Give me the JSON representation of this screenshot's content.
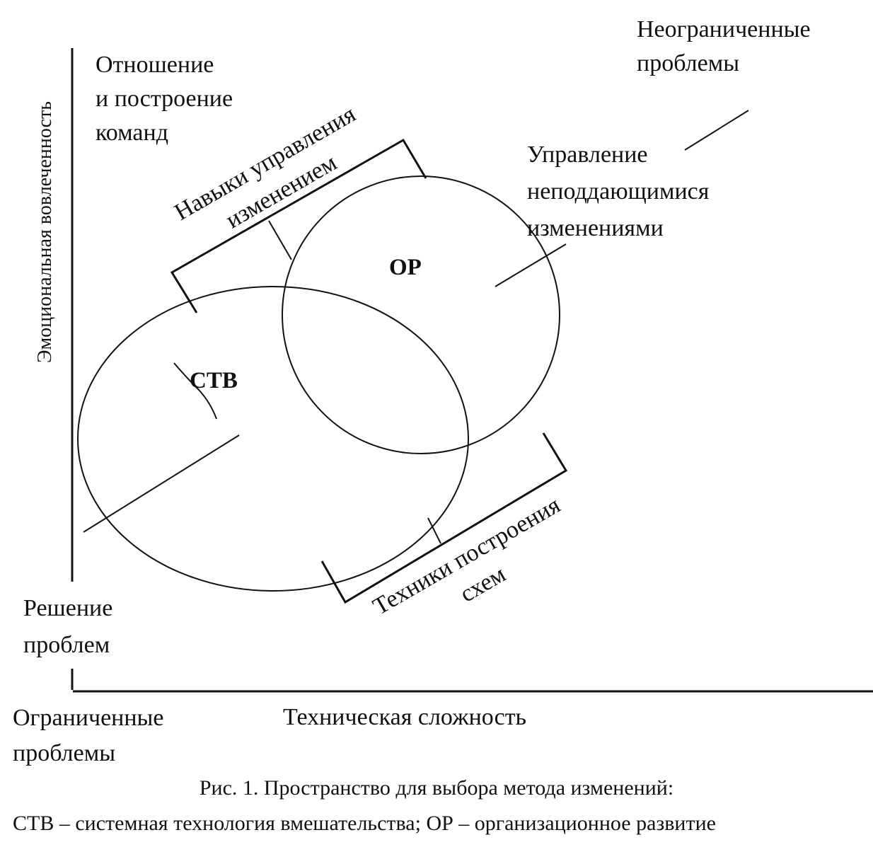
{
  "diagram": {
    "y_axis_label": "Эмоциональная вовлеченность",
    "x_axis_label": "Техническая сложность",
    "corner_top_left": [
      "Отношение",
      "и построение",
      "команд"
    ],
    "corner_top_right": [
      "Неограниченные",
      "проблемы"
    ],
    "corner_bottom_left_y": [
      "Решение",
      "проблем"
    ],
    "corner_bottom_left_x": [
      "Ограниченные",
      "проблемы"
    ],
    "bracket_top_label": [
      "Навыки управления",
      "изменением"
    ],
    "bracket_bottom_label": [
      "Техники построения",
      "схем"
    ],
    "right_label": [
      "Управление",
      "неподдающимися",
      "изменениями"
    ],
    "circle_left_label": "СТВ",
    "circle_right_label": "ОР"
  },
  "caption": {
    "line1": "Рис. 1. Пространство для выбора метода изменений:",
    "line2": "СТВ – системная технология вмешательства; ОР – организационное развитие"
  }
}
